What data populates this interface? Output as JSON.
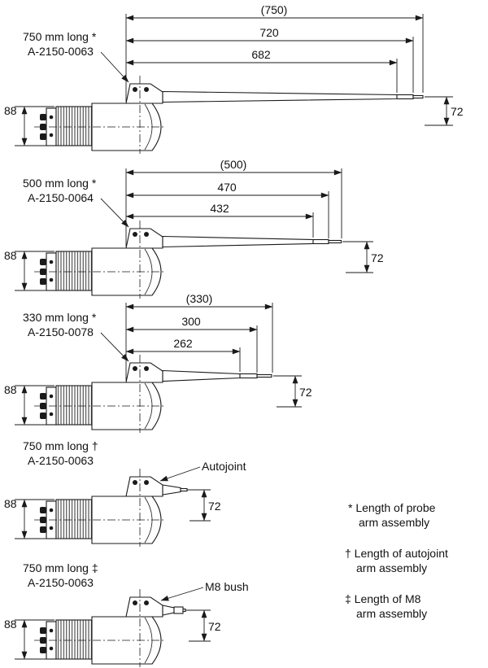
{
  "figure": {
    "colors": {
      "ink": "#1a1a1a",
      "background": "#ffffff"
    },
    "units": [
      {
        "label_line1": "750 mm long *",
        "label_line2": "A-2150-0063",
        "dim_overall": "(750)",
        "dim_outer": "720",
        "dim_inner": "682",
        "dim_body": "88",
        "dim_drop": "72"
      },
      {
        "label_line1": "500 mm long *",
        "label_line2": "A-2150-0064",
        "dim_overall": "(500)",
        "dim_outer": "470",
        "dim_inner": "432",
        "dim_body": "88",
        "dim_drop": "72"
      },
      {
        "label_line1": "330 mm long *",
        "label_line2": "A-2150-0078",
        "dim_overall": "(330)",
        "dim_outer": "300",
        "dim_inner": "262",
        "dim_body": "88",
        "dim_drop": "72"
      },
      {
        "label_line1": "750 mm long †",
        "label_line2": "A-2150-0063",
        "callout": "Autojoint",
        "dim_body": "88",
        "dim_drop": "72"
      },
      {
        "label_line1": "750 mm long ‡",
        "label_line2": "A-2150-0063",
        "callout": "M8 bush",
        "dim_body": "88",
        "dim_drop": "72"
      }
    ],
    "footnotes": [
      {
        "line1": "* Length of probe",
        "line2": "arm assembly"
      },
      {
        "line1": "† Length of autojoint",
        "line2": "arm assembly"
      },
      {
        "line1": "‡ Length of M8",
        "line2": "arm assembly"
      }
    ]
  }
}
